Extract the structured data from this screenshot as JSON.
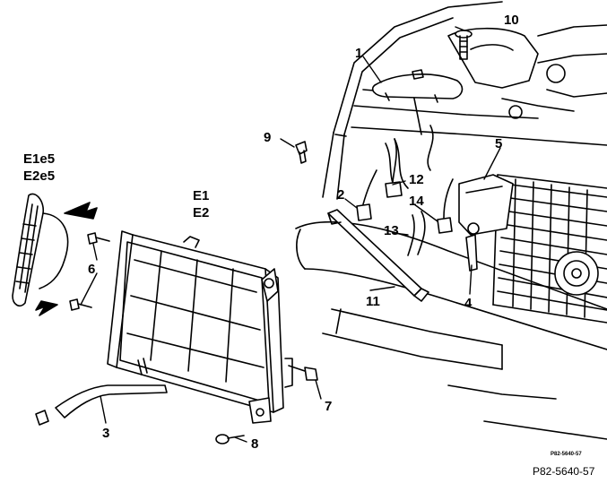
{
  "callouts": {
    "c1": "1",
    "c2": "2",
    "c3": "3",
    "c4": "4",
    "c5": "5",
    "c6": "6",
    "c7": "7",
    "c8": "8",
    "c9": "9",
    "c10": "10",
    "c11": "11",
    "c12": "12",
    "c13": "13",
    "c14": "14",
    "e1": "E1",
    "e2": "E2",
    "e1e5": "E1e5",
    "e2e5": "E2e5"
  },
  "figure_code_small": "P82-5640-57",
  "figure_code": "P82-5640-57",
  "colors": {
    "ink": "#000000",
    "paper": "#ffffff"
  }
}
